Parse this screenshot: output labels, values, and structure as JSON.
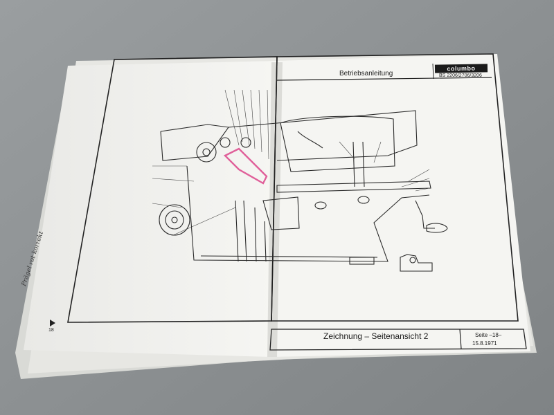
{
  "document": {
    "header_title": "Betriebsanleitung",
    "brand_logo_text": "columbo",
    "model_numbers": "BS 2206/2706/3206",
    "caption": "Zeichnung – Seitenansicht 2",
    "page_label": "Seite –18–",
    "page_date": "15.8.1971",
    "left_page_number": "18",
    "handwritten_note": "Prägel rot korrekt"
  },
  "colors": {
    "background": "#8c9092",
    "paper": "#f4f4f1",
    "ink": "#1d1d1d",
    "highlighter": "#e0609a"
  }
}
